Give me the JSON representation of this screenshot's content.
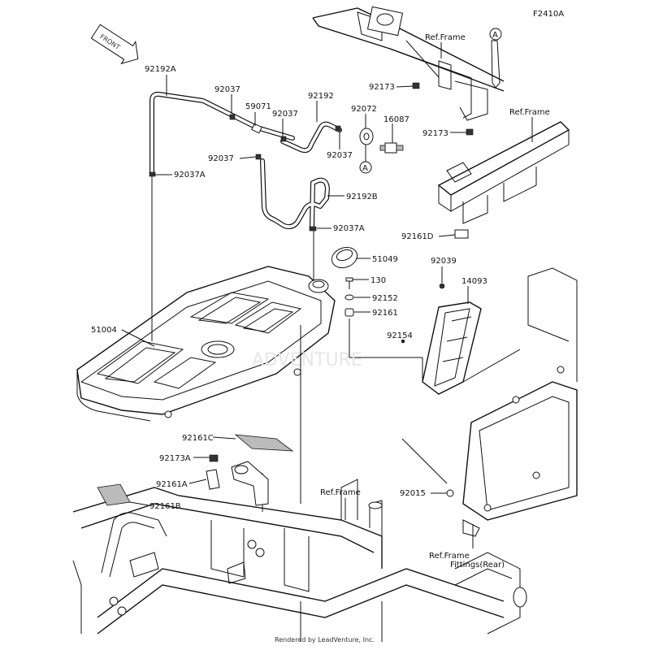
{
  "diagram_code": "F2410A",
  "front_arrow": "FRONT",
  "watermark": "ADVENTURE",
  "footer": "Rendered by LeadVenture, Inc.",
  "labels": {
    "p92192A": "92192A",
    "p92037a": "92037",
    "p59071": "59071",
    "p92037b": "92037",
    "p92192": "92192",
    "p92072": "92072",
    "p16087": "16087",
    "p92037c": "92037",
    "p92037d": "92037",
    "p92037A_1": "92037A",
    "p92192B": "92192B",
    "p92037A_2": "92037A",
    "p51049": "51049",
    "p130": "130",
    "p92152": "92152",
    "p92161": "92161",
    "p51004": "51004",
    "p92161C": "92161C",
    "p92173A": "92173A",
    "p92161A": "92161A",
    "p92161B": "92161B",
    "p92173_top": "92173",
    "p92173_mid": "92173",
    "p92161D": "92161D",
    "p92039": "92039",
    "p14093": "14093",
    "p92154": "92154",
    "p92015": "92015",
    "ref_top": "Ref.Frame",
    "ref_right": "Ref.Frame",
    "ref_bottom": "Ref.Frame",
    "ref_fittings_1": "Ref.Frame",
    "ref_fittings_2": "Fittings(Rear)",
    "callout_a1": "A",
    "callout_a2": "A"
  }
}
